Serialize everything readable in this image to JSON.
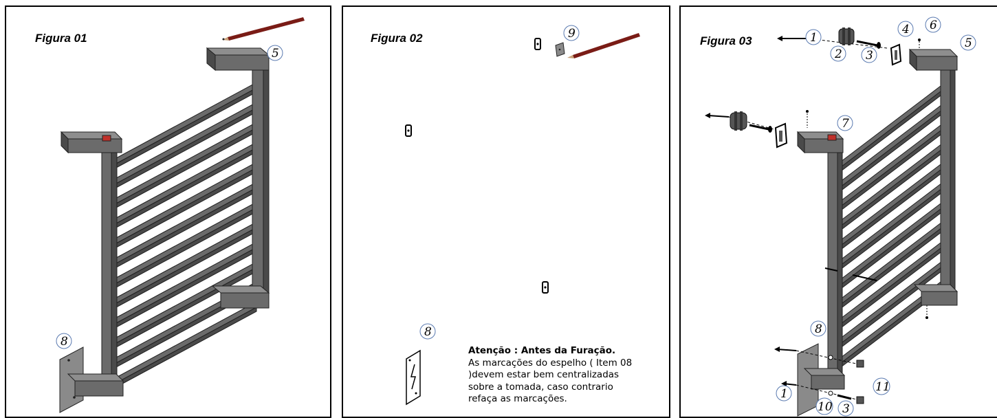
{
  "colors": {
    "steel_front": "#6b6b6b",
    "steel_side": "#4a4a4a",
    "steel_top": "#8e8e8e",
    "callout_stroke": "#5a7ab0",
    "switch_red": "#c0312b",
    "pencil_body": "#7a1c16"
  },
  "figures": [
    {
      "title": "Figura 01",
      "callouts": [
        "5",
        "8"
      ]
    },
    {
      "title": "Figura 02",
      "callouts": [
        "9",
        "8"
      ],
      "note": {
        "title": "Atenção : Antes da Furação.",
        "lines": [
          "As marcações do espelho ( Item 08",
          ")devem estar bem centralizadas",
          "sobre a tomada, caso contrario",
          "refaça as marcações."
        ]
      }
    },
    {
      "title": "Figura 03",
      "callouts": [
        "1",
        "2",
        "3",
        "4",
        "6",
        "5",
        "7",
        "8",
        "1",
        "10",
        "3",
        "11"
      ]
    }
  ]
}
